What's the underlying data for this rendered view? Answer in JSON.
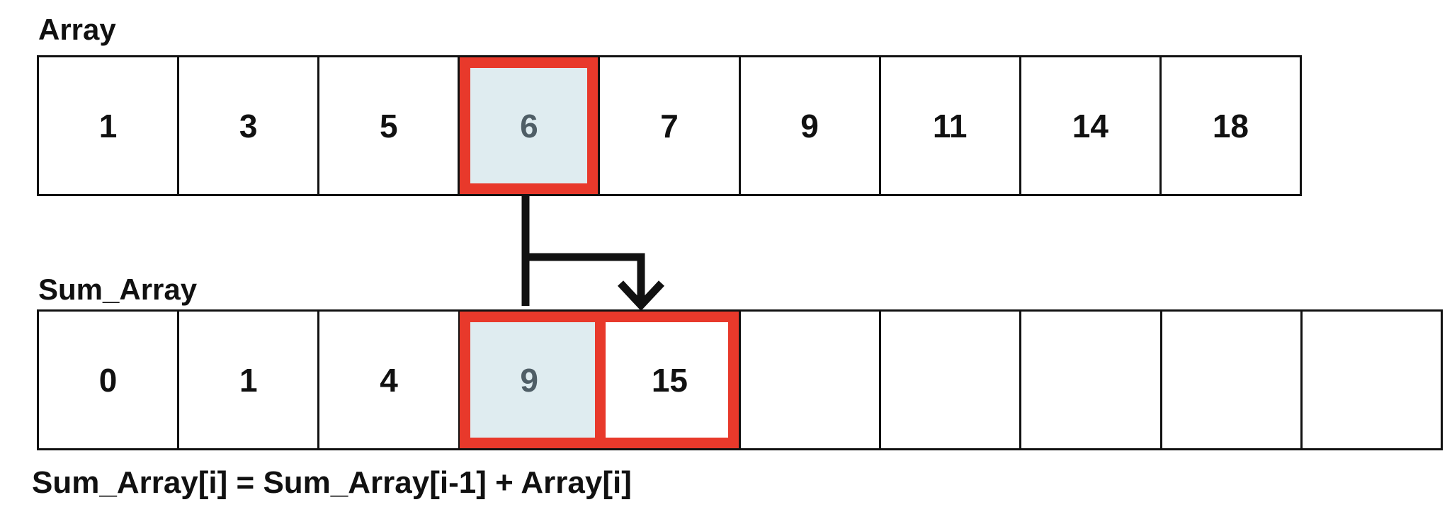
{
  "array_row": {
    "label": "Array",
    "cells": [
      "1",
      "3",
      "5",
      "6",
      "7",
      "9",
      "11",
      "14",
      "18"
    ],
    "highlighted_index": 3,
    "highlighted_value": "6"
  },
  "sum_row": {
    "label": "Sum_Array",
    "cells": [
      "0",
      "1",
      "4",
      "9",
      "15",
      "",
      "",
      "",
      "",
      ""
    ],
    "highlighted_indices": [
      3,
      4
    ],
    "highlighted_values": [
      "9",
      "15"
    ]
  },
  "formula": "Sum_Array[i] = Sum_Array[i-1] + Array[i]",
  "colors": {
    "highlight_red": "#e8392b",
    "highlight_fill": "#dfecf0",
    "highlight_text": "#4f5e66",
    "grid_border": "#111111",
    "text": "#111111",
    "background": "#ffffff"
  }
}
